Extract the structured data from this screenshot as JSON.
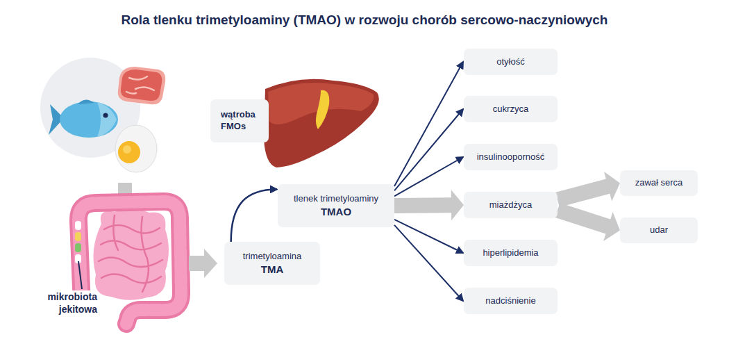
{
  "diagram": {
    "title": "Rola tlenku trimetyloaminy (TMAO) w rozwoju chorób sercowo-naczyniowych",
    "nodes": [
      {
        "text": [
          "wątroba",
          "FMOs"
        ]
      },
      {
        "text": [
          "trimetyloamina",
          "TMA"
        ]
      },
      {
        "text": [
          "tlenek trimetyloaminy",
          "TMAO"
        ]
      },
      {
        "text": [
          "otyłość"
        ]
      },
      {
        "text": [
          "cukrzyca"
        ]
      },
      {
        "text": [
          "insulinooporność"
        ]
      },
      {
        "text": [
          "miażdżyca"
        ]
      },
      {
        "text": [
          "hiperlipidemia"
        ]
      },
      {
        "text": [
          "nadciśnienie"
        ]
      },
      {
        "text": [
          "zawał serca"
        ]
      },
      {
        "text": [
          "udar"
        ]
      }
    ],
    "edges": [
      {
        "from": 1,
        "to": 2,
        "arrow": "to"
      },
      {
        "from": 2,
        "to": 6,
        "arrow": "to"
      },
      {
        "from": 2,
        "to": 3,
        "arrow": "to"
      },
      {
        "from": 2,
        "to": 4,
        "arrow": "to"
      },
      {
        "from": 2,
        "to": 5,
        "arrow": "to"
      },
      {
        "from": 2,
        "to": 7,
        "arrow": "to"
      },
      {
        "from": 2,
        "to": 8,
        "arrow": "to"
      },
      {
        "from": 6,
        "to": 9,
        "arrow": "to"
      },
      {
        "from": 6,
        "to": 10,
        "arrow": "to"
      }
    ],
    "labels": [
      "mikrobiota jekitowa"
    ]
  }
}
